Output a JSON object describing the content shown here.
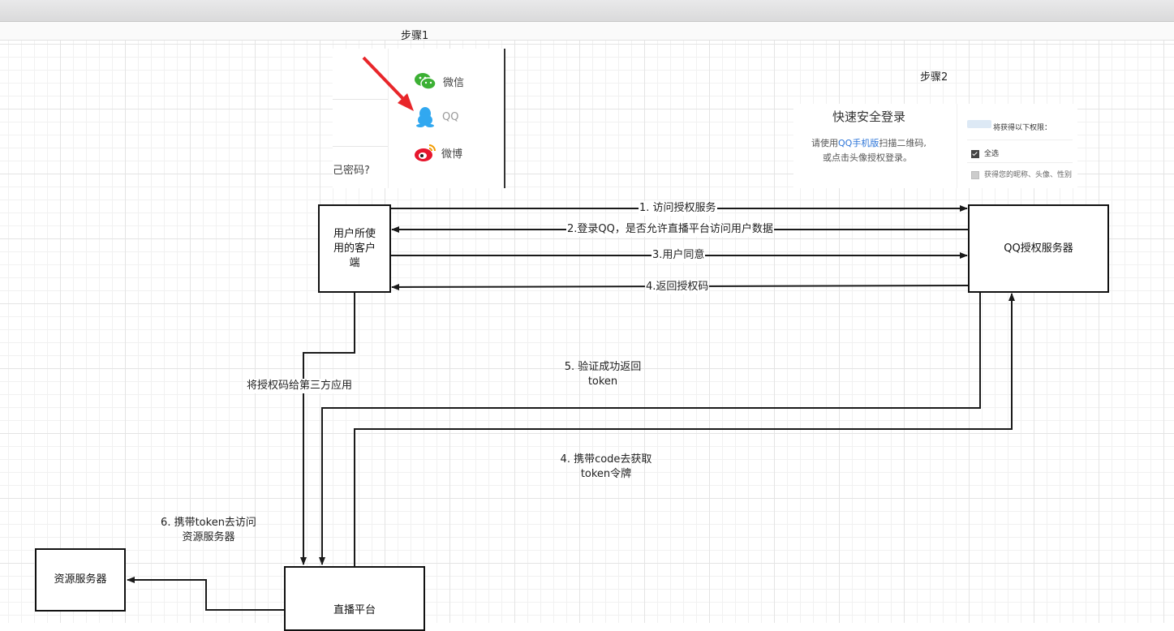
{
  "step1": {
    "label": "步骤1",
    "options": [
      {
        "label": "微信",
        "icon": "wechat-icon",
        "color": "#3cb034"
      },
      {
        "label": "QQ",
        "icon": "qq-penguin-icon",
        "color": "#31a8f0"
      },
      {
        "label": "微博",
        "icon": "weibo-icon",
        "color": "#e6162d"
      }
    ],
    "forgot_text": "己密码?"
  },
  "step2": {
    "label": "步骤2",
    "title": "快速安全登录",
    "instruction_pre": "请使用",
    "instruction_link": "QQ手机版",
    "instruction_post": "扫描二维码,",
    "instruction_line2": "或点击头像授权登录。",
    "permissions_title": "将获得以下权限：",
    "perm_all": "全选",
    "perm_item": "获得您的昵称、头像、性别"
  },
  "boxes": {
    "client": [
      "用户所使",
      "用的客户",
      "端"
    ],
    "qq_server": "QQ授权服务器",
    "resource_server": "资源服务器",
    "platform": "直播平台"
  },
  "edges": {
    "e1": "1. 访问授权服务",
    "e2": "2.登录QQ，是否允许直播平台访问用户数据",
    "e3": "3.用户同意",
    "e4": "4.返回授权码",
    "e_code": "将授权码给第三方应用",
    "e5_line1": "5. 验证成功返回",
    "e5_line2": "token",
    "e4b_line1": "4. 携带code去获取",
    "e4b_line2": "token令牌",
    "e6_line1": "6. 携带token去访问",
    "e6_line2": "资源服务器"
  },
  "colors": {
    "arrow": "#1a1a1a",
    "red_arrow": "#e8262a",
    "link_blue": "#2b74d8"
  }
}
